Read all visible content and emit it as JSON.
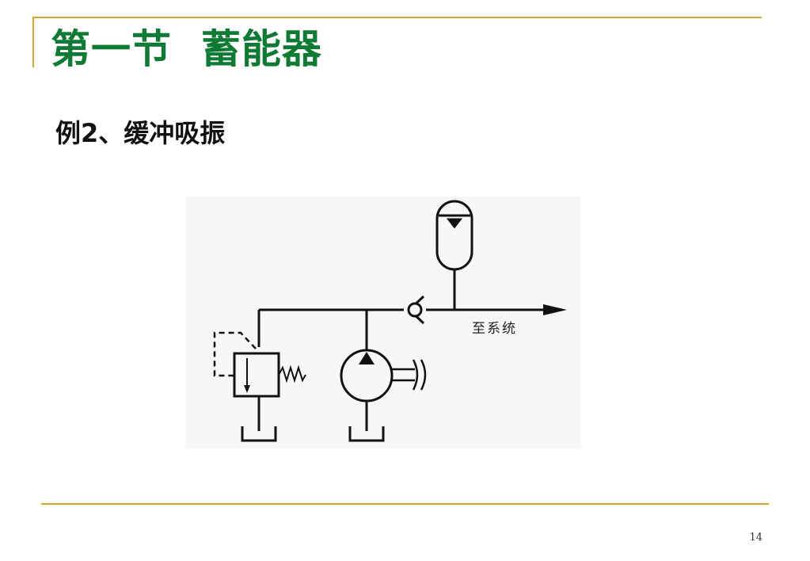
{
  "slide": {
    "title": "第一节  蓄能器",
    "subtitle": "例2、缓冲吸振",
    "page_number": "14"
  },
  "diagram": {
    "destination_label": "至系统"
  },
  "colors": {
    "title": "#0f7a33",
    "rule": "#d4a62a",
    "line": "#111111"
  }
}
